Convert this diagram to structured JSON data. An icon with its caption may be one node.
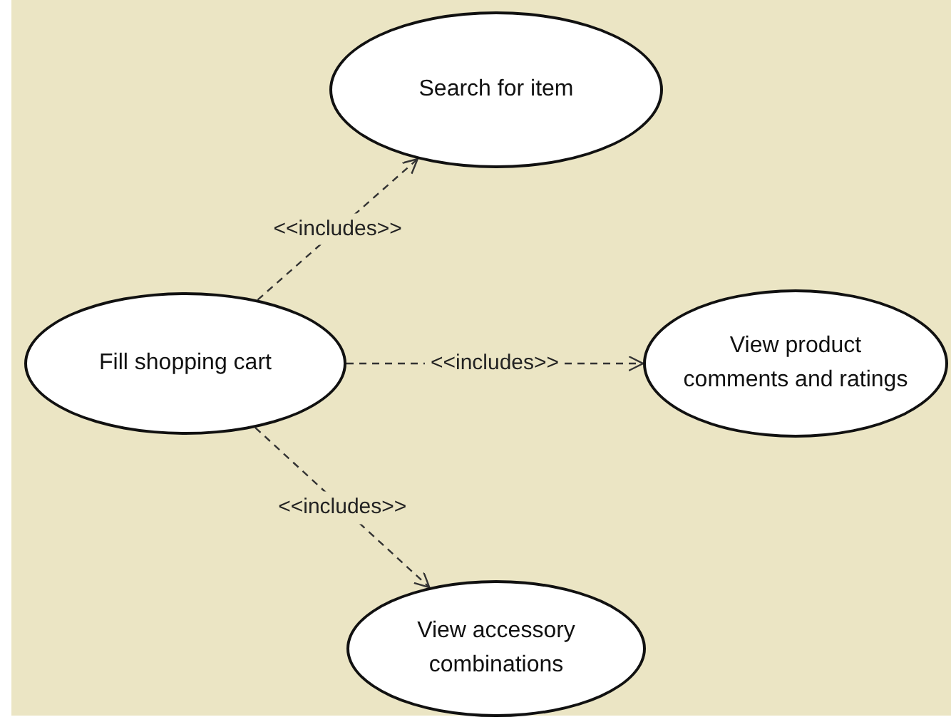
{
  "diagram": {
    "nodes": [
      {
        "text": [
          "Search for item"
        ]
      },
      {
        "text": [
          "Fill shopping cart"
        ]
      },
      {
        "text": [
          "View product comments and ratings"
        ]
      },
      {
        "text": [
          "View accessory combinations"
        ]
      }
    ],
    "edges": [
      {
        "from": 1,
        "to": 0,
        "arrow": "to",
        "label": "<<includes>>",
        "style": "dashed"
      },
      {
        "from": 1,
        "to": 2,
        "arrow": "to",
        "label": "<<includes>>",
        "style": "dashed"
      },
      {
        "from": 1,
        "to": 3,
        "arrow": "to",
        "label": "<<includes>>",
        "style": "dashed"
      }
    ]
  }
}
